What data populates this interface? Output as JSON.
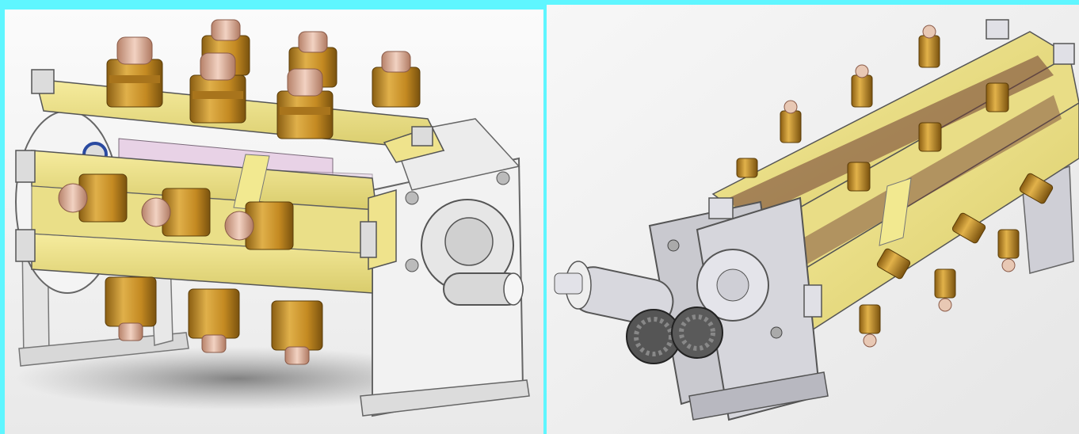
{
  "image": {
    "frame_color": "#5ff6ff",
    "panel_background": "#f2f2f2",
    "panels": [
      {
        "view": "front-perspective",
        "subject": "cad-assembly",
        "main_color": "#efe38c",
        "fitting_color": "#cf9a2c",
        "tip_color": "#e8c8b4",
        "frame_part_color": "#eaeaea",
        "rods": 3,
        "fittings_visible": 13
      },
      {
        "view": "rear-perspective",
        "subject": "cad-assembly",
        "main_color": "#efe38c",
        "fitting_color": "#cf9a2c",
        "tip_color": "#e8c8b4",
        "frame_part_color": "#c9c9cf",
        "gear_color": "#555555"
      }
    ]
  }
}
